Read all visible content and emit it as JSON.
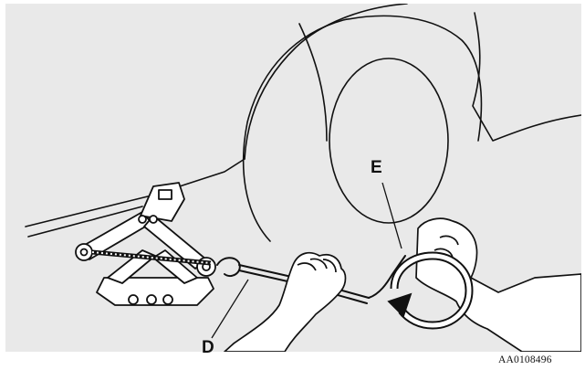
{
  "figure": {
    "callouts": {
      "d": "D",
      "e": "E"
    },
    "figure_id": "AA0108496"
  },
  "colors": {
    "background_panel": "#e9e9e9",
    "line": "#111111",
    "fill_white": "#ffffff"
  }
}
